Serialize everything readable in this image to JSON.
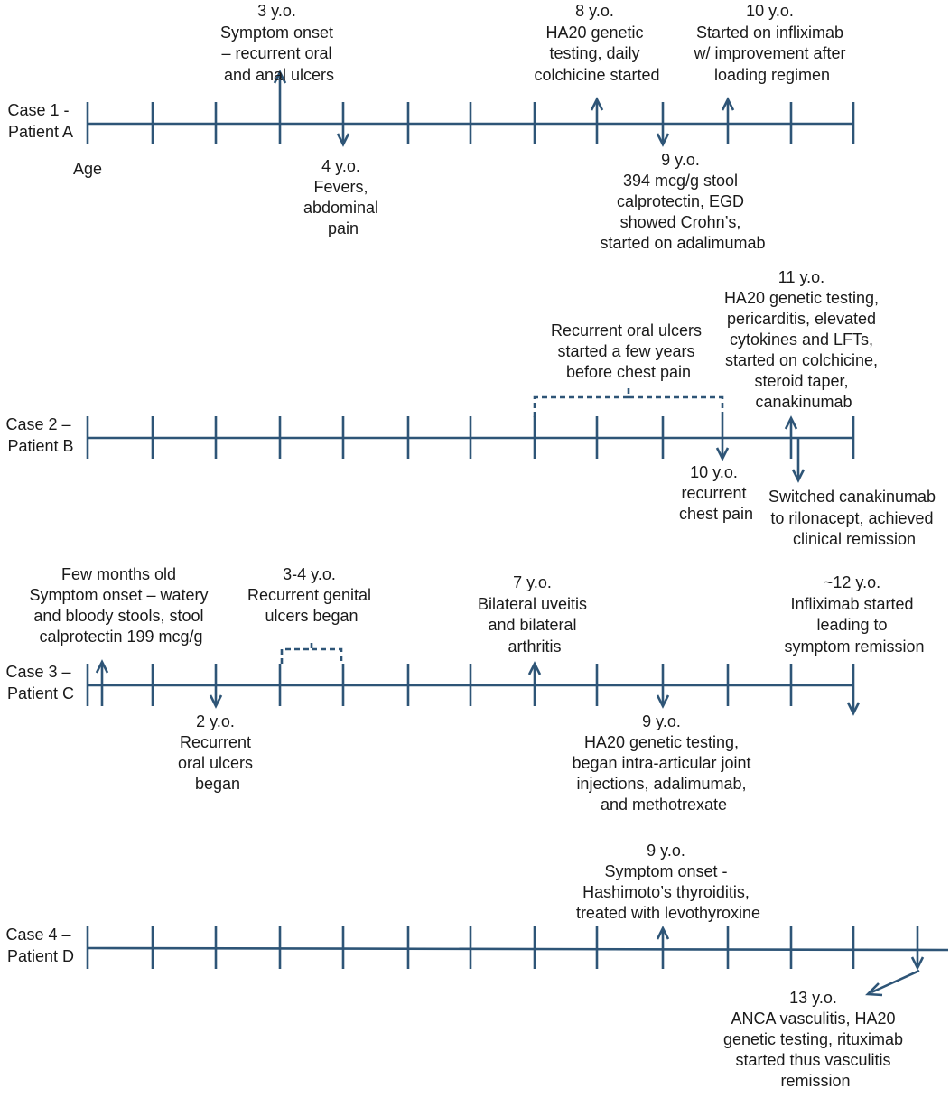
{
  "colors": {
    "line": "#2e5577",
    "text": "#1a1a1a",
    "background": "#ffffff"
  },
  "age_label": "Age",
  "cases": [
    {
      "label": [
        "Case 1 -",
        "Patient A"
      ],
      "events": [
        {
          "lines": [
            "3 y.o.",
            "Symptom onset",
            "– recurrent oral",
            "and anal ulcers"
          ]
        },
        {
          "lines": [
            "4 y.o.",
            "Fevers,",
            "abdominal",
            "pain"
          ]
        },
        {
          "lines": [
            "8 y.o.",
            "HA20 genetic",
            "testing, daily",
            "colchicine started"
          ]
        },
        {
          "lines": [
            "9 y.o.",
            "394 mcg/g stool",
            "calprotectin, EGD",
            "showed Crohn’s,",
            "started on adalimumab"
          ]
        },
        {
          "lines": [
            "10 y.o.",
            "Started on infliximab",
            "w/ improvement after",
            "loading regimen"
          ]
        }
      ]
    },
    {
      "label": [
        "Case 2 –",
        "Patient B"
      ],
      "events": [
        {
          "lines": [
            "Recurrent oral ulcers",
            "started a few years",
            "before chest pain"
          ]
        },
        {
          "lines": [
            "11 y.o.",
            "HA20 genetic testing,",
            "pericarditis, elevated",
            "cytokines and LFTs,",
            "started on colchicine,",
            "steroid taper,",
            "canakinumab"
          ]
        },
        {
          "lines": [
            "10 y.o.",
            "recurrent",
            "chest pain"
          ]
        },
        {
          "lines": [
            "Switched canakinumab",
            "to rilonacept, achieved",
            "clinical remission"
          ]
        }
      ]
    },
    {
      "label": [
        "Case 3 –",
        "Patient C"
      ],
      "events": [
        {
          "lines": [
            "Few months old",
            "Symptom onset – watery",
            "and bloody stools, stool",
            "calprotectin 199 mcg/g"
          ]
        },
        {
          "lines": [
            "3-4 y.o.",
            "Recurrent genital",
            "ulcers began"
          ]
        },
        {
          "lines": [
            "7 y.o.",
            "Bilateral uveitis",
            "and bilateral",
            "arthritis"
          ]
        },
        {
          "lines": [
            "~12 y.o.",
            "Infliximab started",
            "leading to",
            "symptom remission"
          ]
        },
        {
          "lines": [
            "2 y.o.",
            "Recurrent",
            "oral ulcers",
            "began"
          ]
        },
        {
          "lines": [
            "9 y.o.",
            "HA20 genetic testing,",
            "began intra-articular joint",
            "injections, adalimumab,",
            "and methotrexate"
          ]
        }
      ]
    },
    {
      "label": [
        "Case 4 –",
        "Patient D"
      ],
      "events": [
        {
          "lines": [
            "9 y.o.",
            "Symptom onset -",
            "Hashimoto’s thyroiditis,",
            "treated with levothyroxine"
          ]
        },
        {
          "lines": [
            "13 y.o.",
            "ANCA vasculitis, HA20",
            "genetic testing, rituximab",
            "started thus vasculitis",
            "remission"
          ]
        }
      ]
    }
  ]
}
